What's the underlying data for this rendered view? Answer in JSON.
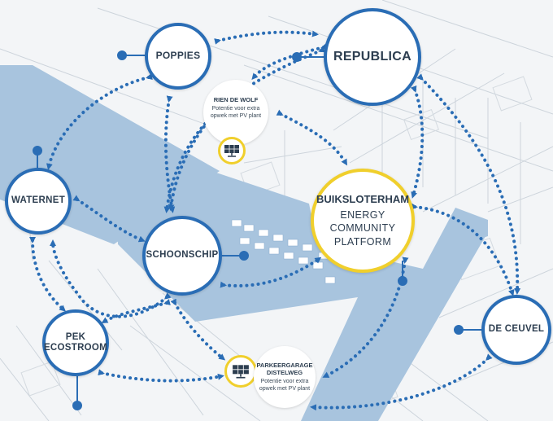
{
  "nodes": {
    "poppies": {
      "label": "POPPIES"
    },
    "republica": {
      "label": "REPUBLICA"
    },
    "rien_de_wolf": {
      "title": "RIEN DE WOLF",
      "note": "Potentie voor extra opwek met PV plant"
    },
    "waternet": {
      "label": "WATERNET"
    },
    "schoonschip": {
      "label": "SCHOONSCHIP"
    },
    "hub": {
      "title": "BUIKSLOTERHAM",
      "line1": "ENERGY",
      "line2": "COMMUNITY",
      "line3": "PLATFORM"
    },
    "pek": {
      "line1": "PEK",
      "line2": "ECOSTROOM"
    },
    "parkeergarage": {
      "title1": "PARKEERGARAGE",
      "title2": "DISTELWEG",
      "note": "Potentie voor extra opwek met PV plant"
    },
    "de_ceuvel": {
      "label": "DE CEUVEL"
    }
  },
  "icons": {
    "solar_panel": "solar-panel-icon"
  },
  "colors": {
    "blue": "#2a6db5",
    "yellow": "#f0cf2c",
    "water": "#a8c4de",
    "map_bg": "#f3f5f7",
    "map_lines": "#c9d1d9",
    "text": "#2d3e50"
  }
}
